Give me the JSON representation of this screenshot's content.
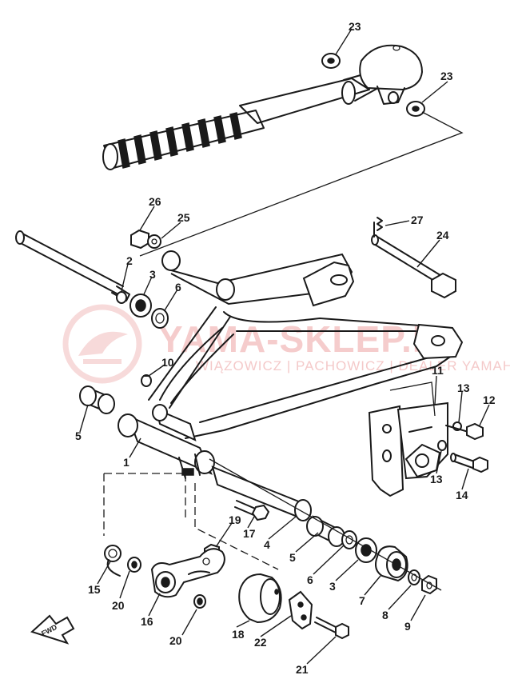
{
  "callouts": [
    {
      "id": "23a",
      "text": "23"
    },
    {
      "id": "23b",
      "text": "23"
    },
    {
      "id": "26",
      "text": "26"
    },
    {
      "id": "25",
      "text": "25"
    },
    {
      "id": "27",
      "text": "27"
    },
    {
      "id": "24",
      "text": "24"
    },
    {
      "id": "2",
      "text": "2"
    },
    {
      "id": "3a",
      "text": "3"
    },
    {
      "id": "6a",
      "text": "6"
    },
    {
      "id": "10",
      "text": "10"
    },
    {
      "id": "5a",
      "text": "5"
    },
    {
      "id": "1",
      "text": "1"
    },
    {
      "id": "11",
      "text": "11"
    },
    {
      "id": "13a",
      "text": "13"
    },
    {
      "id": "12",
      "text": "12"
    },
    {
      "id": "13b",
      "text": "13"
    },
    {
      "id": "14",
      "text": "14"
    },
    {
      "id": "19",
      "text": "19"
    },
    {
      "id": "17",
      "text": "17"
    },
    {
      "id": "4",
      "text": "4"
    },
    {
      "id": "5b",
      "text": "5"
    },
    {
      "id": "6b",
      "text": "6"
    },
    {
      "id": "3b",
      "text": "3"
    },
    {
      "id": "7",
      "text": "7"
    },
    {
      "id": "8",
      "text": "8"
    },
    {
      "id": "9",
      "text": "9"
    },
    {
      "id": "15",
      "text": "15"
    },
    {
      "id": "20a",
      "text": "20"
    },
    {
      "id": "16",
      "text": "16"
    },
    {
      "id": "18",
      "text": "18"
    },
    {
      "id": "20b",
      "text": "20"
    },
    {
      "id": "22",
      "text": "22"
    },
    {
      "id": "21",
      "text": "21"
    }
  ],
  "watermark": {
    "brand": "YAMA-SKLEP.PL",
    "subline": "WIĄZOWICZ | PACHOWICZ | DEALER YAMAHA"
  },
  "fwd_label": "FWD",
  "colors": {
    "line": "#1a1a1a",
    "watermark": "#f2bcbc",
    "background": "#ffffff"
  }
}
